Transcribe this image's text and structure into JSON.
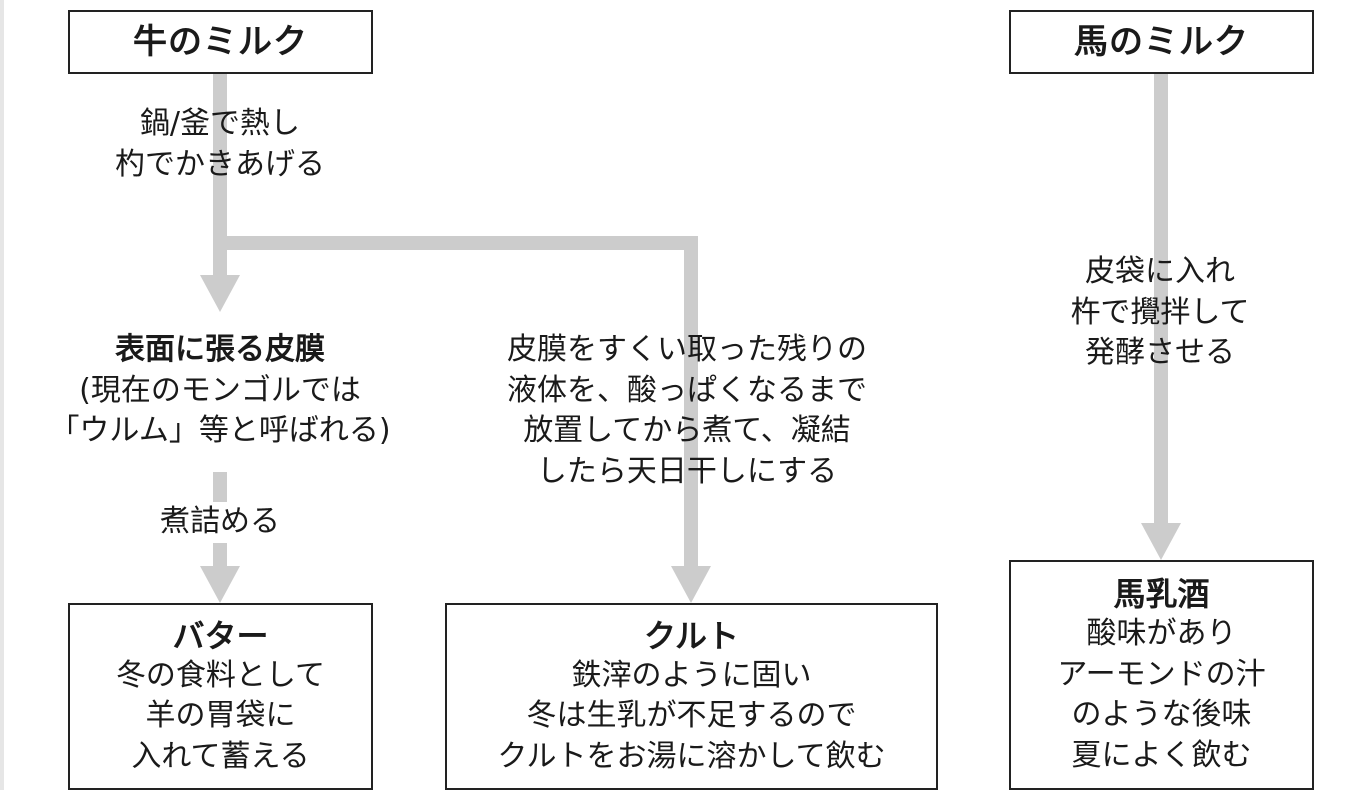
{
  "nodes": {
    "cow_milk": {
      "title": "牛のミルク"
    },
    "horse_milk": {
      "title": "馬のミルク"
    },
    "skin": {
      "title": "表面に張る皮膜",
      "lines": [
        "(現在のモンゴルでは",
        "「ウルム」等と呼ばれる)"
      ]
    },
    "butter": {
      "title": "バター",
      "lines": [
        "冬の食料として",
        "羊の胃袋に",
        "入れて蓄える"
      ]
    },
    "kurut": {
      "title": "クルト",
      "lines": [
        "鉄滓のように固い",
        "冬は生乳が不足するので",
        "クルトをお湯に溶かして飲む"
      ]
    },
    "kumis": {
      "title": "馬乳酒",
      "lines": [
        "酸味があり",
        "アーモンドの汁",
        "のような後味",
        "夏によく飲む"
      ]
    }
  },
  "edges": {
    "heat": [
      "鍋/釜で熱し",
      "杓でかきあげる"
    ],
    "boil_down": [
      "煮詰める"
    ],
    "residue": [
      "皮膜をすくい取った残りの",
      "液体を、酸っぱくなるまで",
      "放置してから煮て、凝結",
      "したら天日干しにする"
    ],
    "ferment": [
      "皮袋に入れ",
      "杵で攪拌して",
      "発酵させる"
    ]
  },
  "colors": {
    "arrow": "#cccccc",
    "border": "#222222"
  }
}
